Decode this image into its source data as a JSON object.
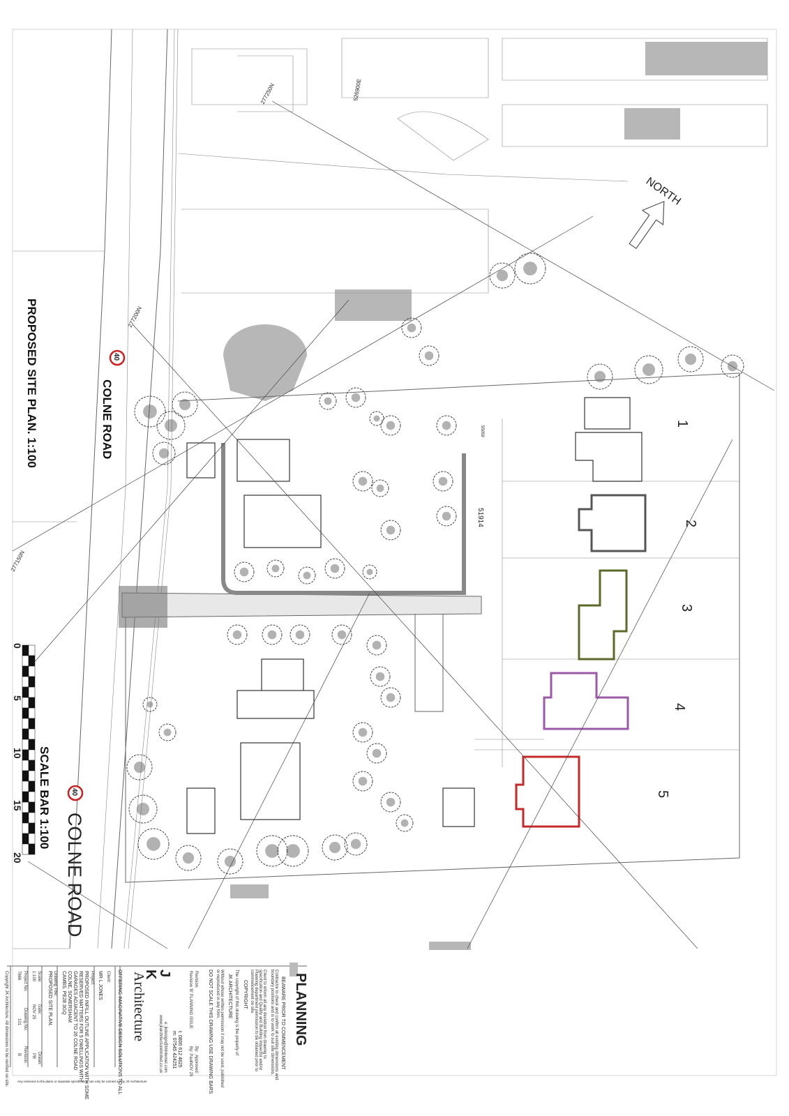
{
  "drawing": {
    "title": "PROPOSED SITE PLAN.  1:100",
    "road_name": "COLNE ROAD",
    "speed_limit": "40",
    "north_label": "NORTH",
    "plots": [
      "1",
      "2",
      "3",
      "4",
      "5"
    ],
    "grid_labels": [
      "277250N",
      "526900E",
      "277200N",
      "277150N",
      "51914",
      "55059"
    ],
    "plot_colors": {
      "plot2": "#555555",
      "plot3": "#5b6a28",
      "plot4": "#9a5aa8",
      "plot5": "#c42a2a"
    },
    "speed_sign_color": "#cc1f1f"
  },
  "scale_bar": {
    "label": "SCALE BAR 1:100",
    "ticks": [
      "0",
      "5",
      "10",
      "15",
      "20"
    ]
  },
  "title_block": {
    "stamp": "PLANNING",
    "beaware": "BEAWARE PRIOR TO COMMENCEMENT",
    "contractor_note": [
      "Contractor to check and confirm all existing dimensions and",
      "boundary positions and is to work to suit site dimensions."
    ],
    "client_note": [
      "Client to inform all any deviation from drawing to",
      "specification and Quality and Building inspector and/or",
      "Planning department permission to be obtained prior to",
      "commencement on site."
    ],
    "copyright_heading": "COPYRIGHT",
    "copyright_text": "The copyright of this drawing is the property of",
    "copyright_owner": "JK ARCHITECTURE",
    "copyright_permission": [
      "Without whose written permission it may not be used, published",
      "or reproduced in any form."
    ],
    "do_not_scale": "DO NOT SCALE THIS DRAWING USE DRAWING BARS",
    "revision_header": {
      "label": "Revision:",
      "by": "By:",
      "approved": "Approved:"
    },
    "revision_row": {
      "label": "Revision 'B' PLANNING ISSUE",
      "by": "By: Paul",
      "date": "NOV 25"
    },
    "phone": "t:  0800 612 4825",
    "mobile": "m:  07545 424251",
    "email": "e: jkdesign@btinternet.com",
    "web": "www.jkarchitecturelimited.co.uk",
    "logo": {
      "j": "J",
      "k": "K",
      "word": "Architecture"
    },
    "tagline": "OFFERING IMAGINATIVE DESIGN SOLUTIONS TO ALL",
    "client_label": "Client:",
    "client": "MR L JONES",
    "project_label": "Project:",
    "project": [
      "PROPOSED INFILL OUTLINE APPLICATION WITH SOME",
      "RESERVED MATTERS FOR 5 DWELLINGS WITH",
      "GARAGES ADJACENT TO 26 COLNE ROAD",
      "COLNE, SOMERSHAM",
      "CAMBS.     PE28 3GQ"
    ],
    "drawing_title_label": "Drawing Title:",
    "drawing_title": "PROPOSED SITE PLAN.",
    "scale_label": "Scale:",
    "scale": "1:100",
    "date_label": "Date:",
    "date": "NOV 25",
    "drawn_label": "Drawn:",
    "drawn": "PB",
    "project_no_label": "Project No:",
    "project_no": "7666",
    "drawing_no_label": "Drawing No:",
    "drawing_no": "101",
    "revision_label": "Revision:",
    "revision": "B",
    "footer_copyright": "Copyright JK Architecture. All dimensions to be verified on site.",
    "footer_note": "Any revisions to the plans or separate specification can only be carried out by JK Architecture"
  }
}
